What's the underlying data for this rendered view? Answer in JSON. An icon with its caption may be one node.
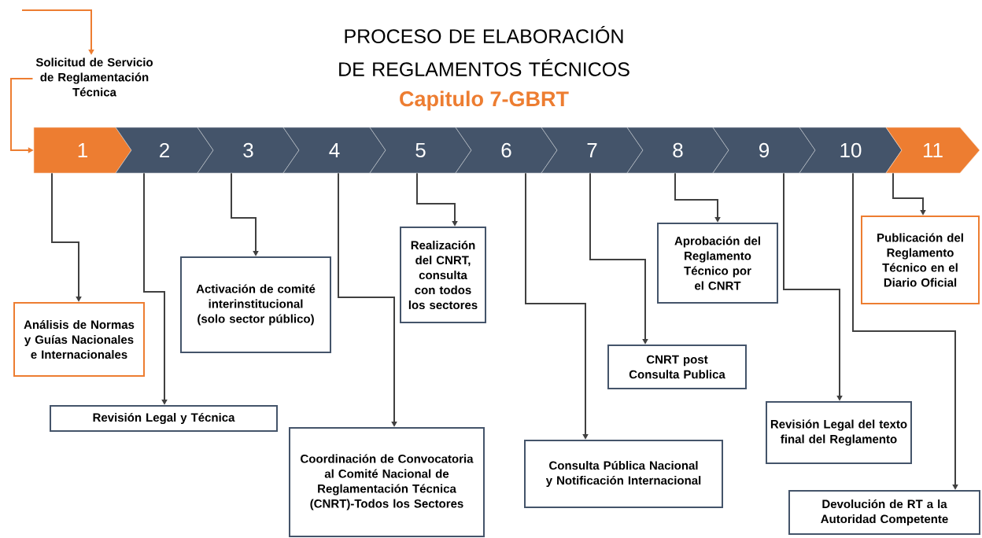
{
  "diagram": {
    "title": "PROCESO DE ELABORACIÓN DE REGLAMENTOS TÉCNICOS",
    "nodes": [
      {
        "text": [
          "Solicitud de Servicio de Reglamentación Técnica"
        ]
      },
      {
        "text": [
          "1"
        ]
      },
      {
        "text": [
          "2"
        ]
      },
      {
        "text": [
          "3"
        ]
      },
      {
        "text": [
          "4"
        ]
      },
      {
        "text": [
          "5"
        ]
      },
      {
        "text": [
          "6"
        ]
      },
      {
        "text": [
          "7"
        ]
      },
      {
        "text": [
          "8"
        ]
      },
      {
        "text": [
          "9"
        ]
      },
      {
        "text": [
          "10"
        ]
      },
      {
        "text": [
          "11"
        ]
      },
      {
        "text": [
          "Análisis de Normas y Guías Nacionales e Internacionales"
        ]
      },
      {
        "text": [
          "Revisión Legal y Técnica"
        ]
      },
      {
        "text": [
          "Activación de comité interinstitucional (solo sector público)"
        ]
      },
      {
        "text": [
          "Coordinación de Convocatoria al Comité Nacional de Reglamentación Técnica (CNRT)-Todos los Sectores"
        ]
      },
      {
        "text": [
          "Realización del CNRT, consulta con todos los sectores"
        ]
      },
      {
        "text": [
          "Consulta Pública Nacional y Notificación Internacional"
        ]
      },
      {
        "text": [
          "CNRT post Consulta Publica"
        ]
      },
      {
        "text": [
          "Aprobación del Reglamento Técnico por el CNRT"
        ]
      },
      {
        "text": [
          "Revisión Legal del texto final del Reglamento"
        ]
      },
      {
        "text": [
          "Devolución de RT a la Autoridad Competente"
        ]
      },
      {
        "text": [
          "Publicación del Reglamento Técnico en el Diario Oficial"
        ]
      }
    ],
    "edges": [
      {
        "from": null,
        "to": 0,
        "arrow": "to",
        "color": "#ed7d31"
      },
      {
        "from": 0,
        "to": 1,
        "arrow": "to",
        "color": "#ed7d31"
      },
      {
        "from": 1,
        "to": 12,
        "arrow": "to"
      },
      {
        "from": 2,
        "to": 13,
        "arrow": "to"
      },
      {
        "from": 3,
        "to": 14,
        "arrow": "to"
      },
      {
        "from": 4,
        "to": 15,
        "arrow": "to"
      },
      {
        "from": 5,
        "to": 16,
        "arrow": "to"
      },
      {
        "from": 6,
        "to": 17,
        "arrow": "to"
      },
      {
        "from": 7,
        "to": 18,
        "arrow": "to"
      },
      {
        "from": 8,
        "to": 19,
        "arrow": "to"
      },
      {
        "from": 9,
        "to": 20,
        "arrow": "to"
      },
      {
        "from": 10,
        "to": 21,
        "arrow": "to"
      },
      {
        "from": 11,
        "to": 22,
        "arrow": "to"
      }
    ],
    "labels": [
      "Capitulo 7-GBRT"
    ]
  }
}
